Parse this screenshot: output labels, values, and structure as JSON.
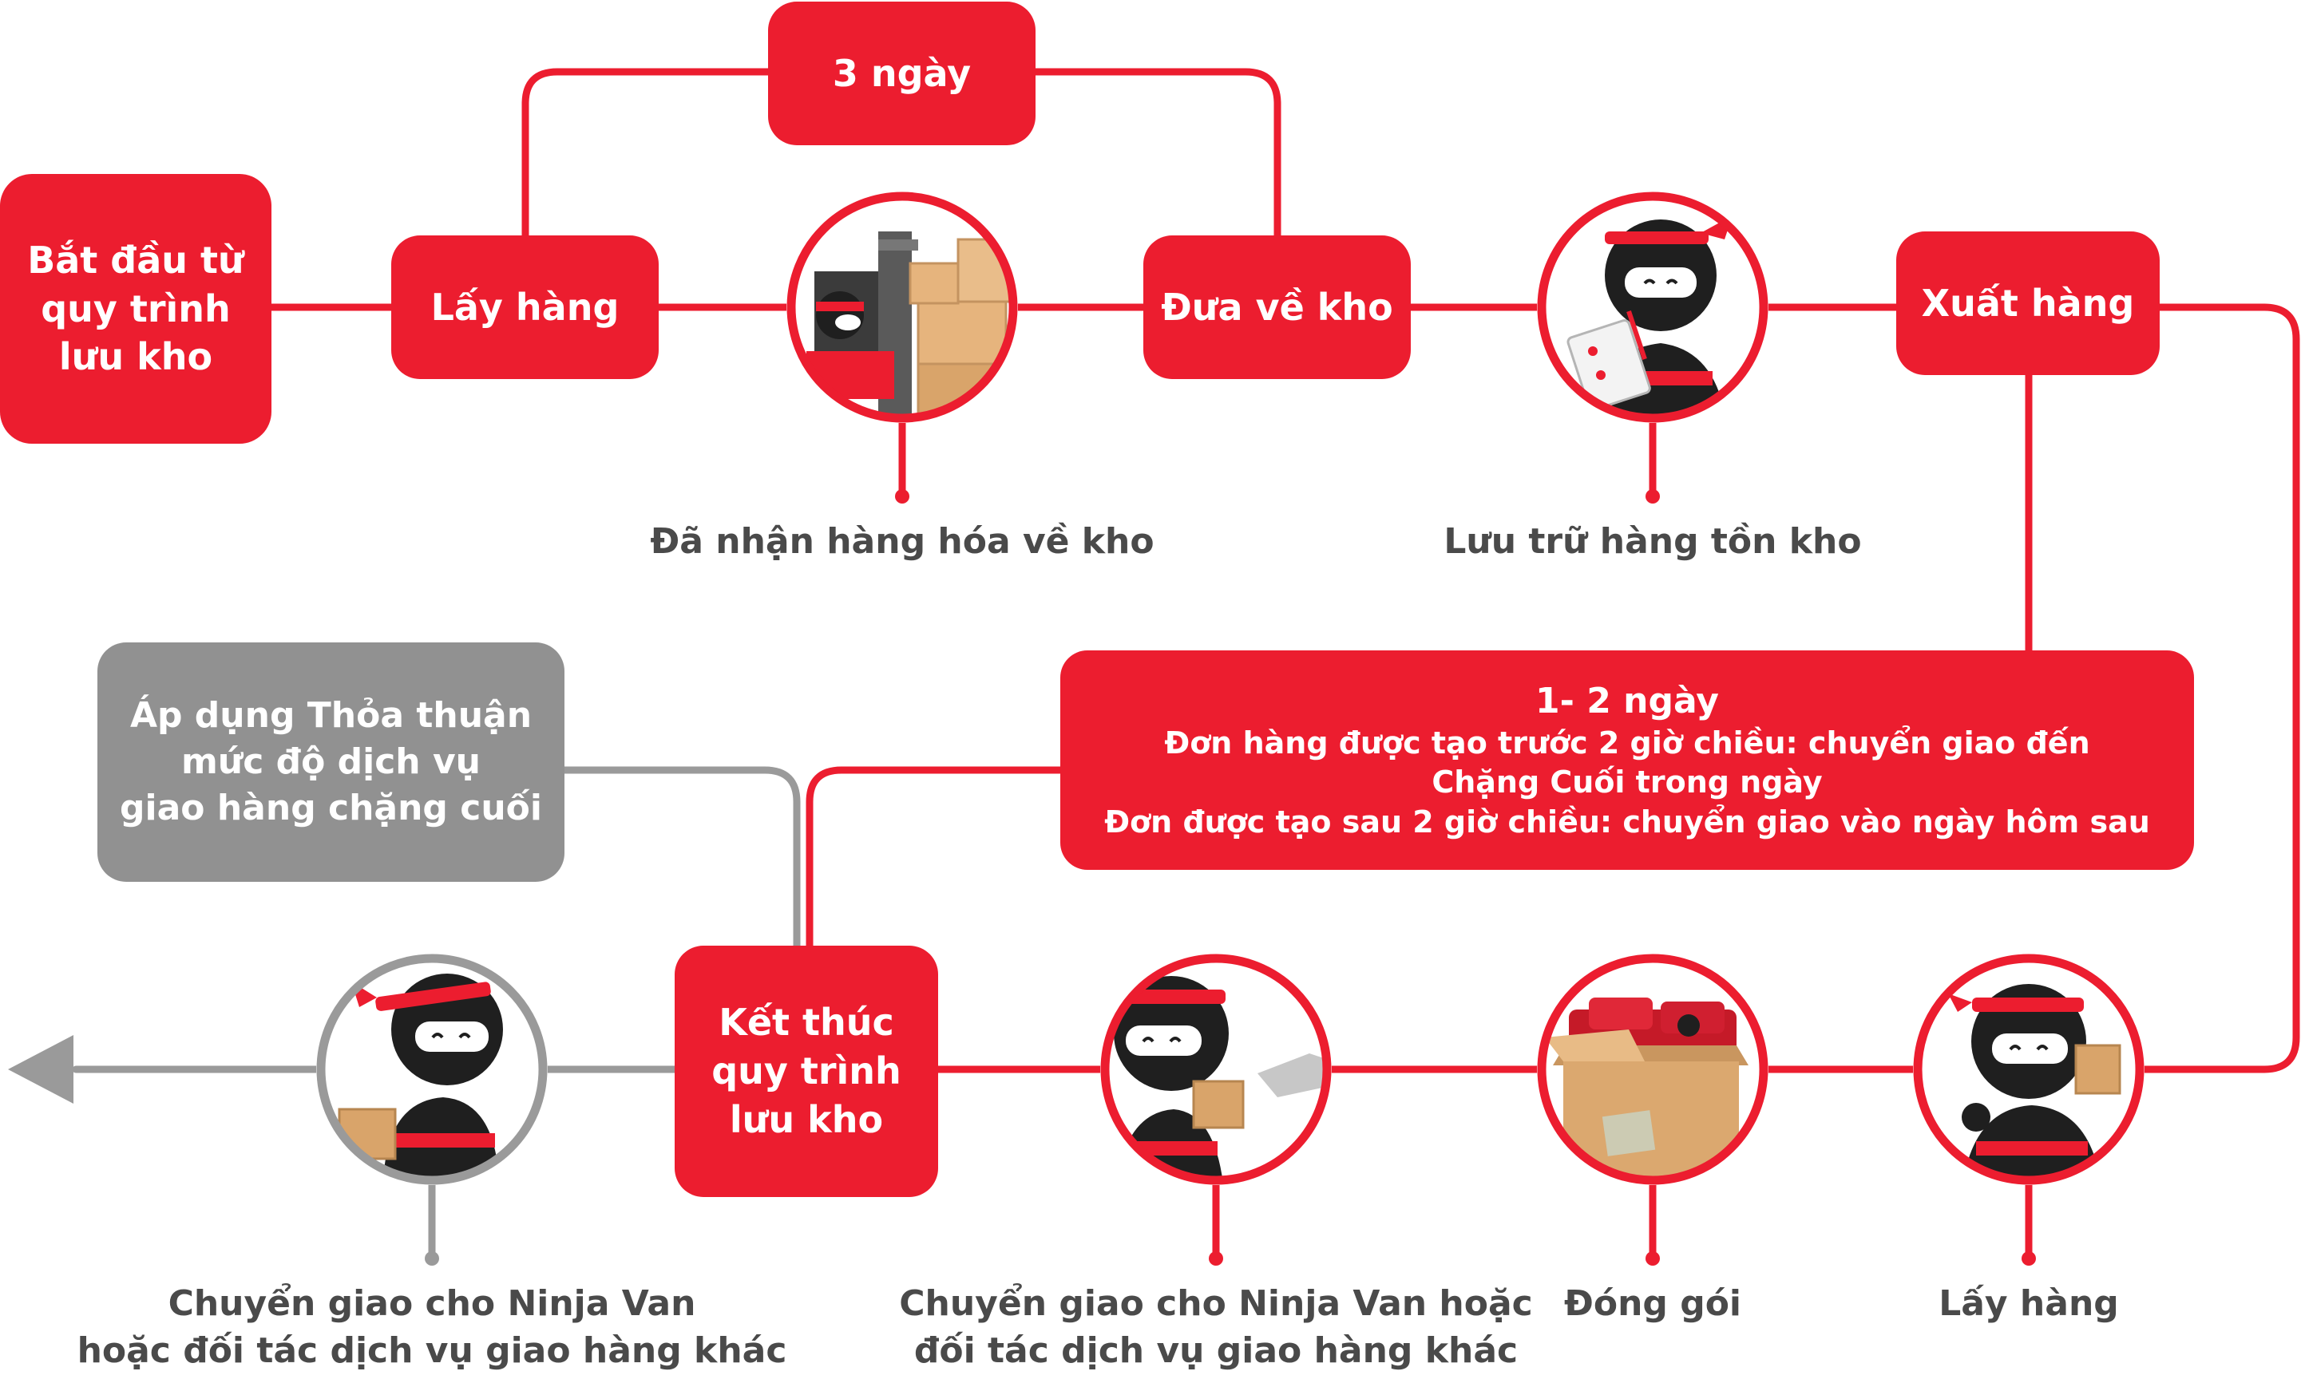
{
  "colors": {
    "accent": "#ec1d2f",
    "grey": "#919191",
    "caption": "#4a4a4a"
  },
  "start": {
    "lines": [
      "Bắt đầu từ",
      "quy trình",
      "lưu kho"
    ]
  },
  "top_row": {
    "pickup": "Lấy hàng",
    "duration": "3 ngày",
    "to_warehouse": "Đưa về kho",
    "export": "Xuất hàng"
  },
  "captions": {
    "received": "Đã nhận hàng hóa về kho",
    "storage": "Lưu trữ hàng tồn kho",
    "pickup2": "Lấy hàng",
    "packing": "Đóng gói",
    "handover1": [
      "Chuyển giao cho Ninja Van hoặc",
      "đối tác dịch vụ giao hàng khác"
    ],
    "handover2": [
      "Chuyển giao cho Ninja Van",
      "hoặc đối tác dịch vụ giao hàng khác"
    ]
  },
  "info_box": {
    "title": "1- 2 ngày",
    "lines": [
      "Đơn hàng được tạo trước 2 giờ chiều: chuyển giao đến",
      "Chặng Cuối trong ngày",
      "Đơn được tạo sau 2 giờ chiều: chuyển giao vào ngày hôm sau"
    ]
  },
  "end": {
    "lines": [
      "Kết thúc",
      "quy trình",
      "lưu kho"
    ]
  },
  "sla": {
    "lines": [
      "Áp dụng Thỏa thuận",
      "mức độ dịch vụ",
      "giao hàng chặng cuối"
    ]
  },
  "icons": [
    "forklift-ninja-icon",
    "checklist-ninja-icon",
    "thumbs-up-ninja-icon",
    "packing-box-icon",
    "handover-ninja-icon",
    "running-ninja-icon"
  ]
}
